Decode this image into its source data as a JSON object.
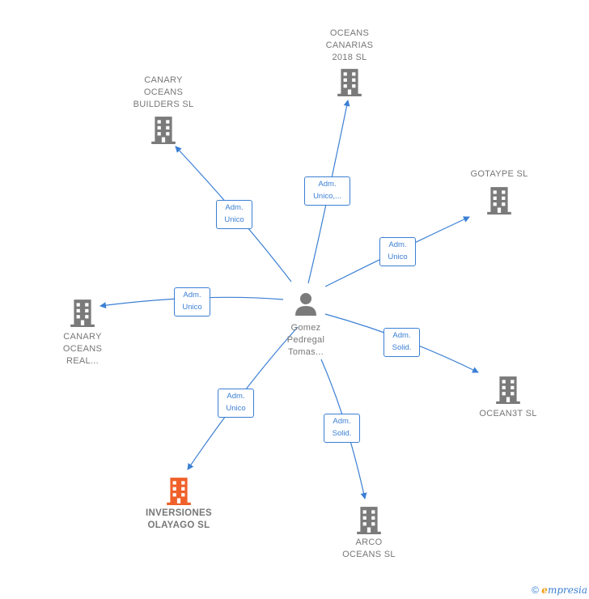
{
  "person": {
    "name": "Gomez\nPedregal\nTomas..."
  },
  "companies": {
    "oceans_canarias": {
      "label": "OCEANS\nCANARIAS\n2018  SL"
    },
    "canary_builders": {
      "label": "CANARY\nOCEANS\nBUILDERS  SL"
    },
    "gotaype": {
      "label": "GOTAYPE SL"
    },
    "canary_real": {
      "label": "CANARY\nOCEANS\nREAL..."
    },
    "ocean3t": {
      "label": "OCEAN3T  SL"
    },
    "inversiones": {
      "label": "INVERSIONES\nOLAYAGO  SL"
    },
    "arco": {
      "label": "ARCO\nOCEANS  SL"
    }
  },
  "relations": {
    "r_oceans_canarias": "Adm.\nUnico,...",
    "r_canary_builders": "Adm.\nUnico",
    "r_gotaype": "Adm.\nUnico",
    "r_canary_real": "Adm.\nUnico",
    "r_ocean3t": "Adm.\nSolid.",
    "r_inversiones": "Adm.\nUnico",
    "r_arco": "Adm.\nSolid."
  },
  "colors": {
    "edge": "#3b7fd4",
    "building": "#7a7a7a",
    "building_highlight": "#f0602a",
    "person": "#7a7a7a"
  },
  "footer": {
    "copyright": "©",
    "brand_e": "e",
    "brand_rest": "mpresia"
  }
}
